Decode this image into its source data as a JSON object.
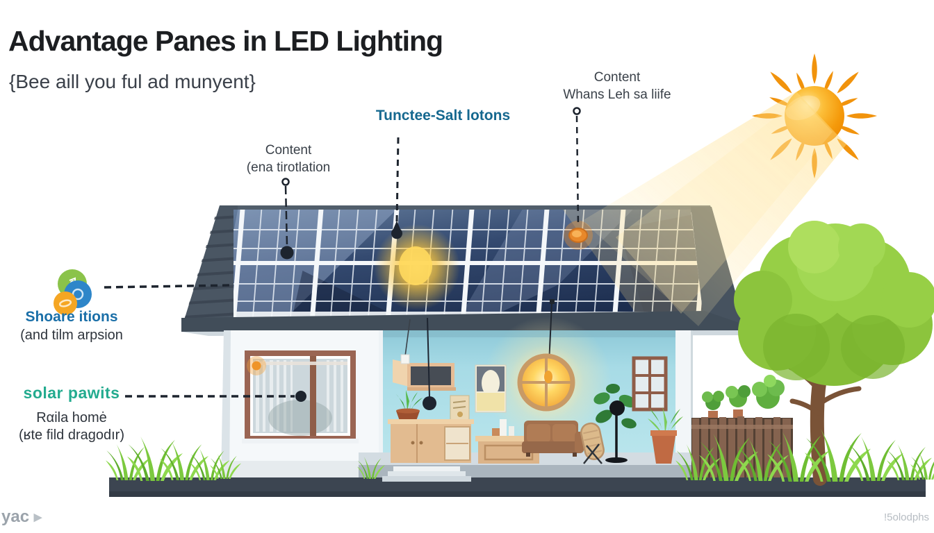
{
  "title": "Advantage Panes in LED Lighting",
  "subtitle": "{Bee aill you ful ad munyent}",
  "labels": {
    "roof_left": {
      "line1": "Content",
      "line2": "(ena tirotlation"
    },
    "roof_center": {
      "text": "Tunctee-Salt lotons"
    },
    "roof_right": {
      "line1": "Content",
      "line2": "Whans Leh sa liife"
    },
    "share": {
      "title": "Shoare itions",
      "subtitle": "(and tilm arpsion"
    },
    "solar": {
      "title": "solar pawits",
      "line1": "Rαila homė",
      "line2": "(ʁte fild dragodır)"
    }
  },
  "watermarks": {
    "bottom_left": "yac",
    "bottom_left_arrow": "▶",
    "bottom_right": "!5olodphs"
  },
  "icons": {
    "sun": "sun-icon",
    "share_circles": "share-circles-icon",
    "pendant_bulbs": "pendant-bulb-icons",
    "callout_dots": "callout-dot-icons"
  },
  "colors": {
    "title_text": "#1c1e21",
    "subtitle_text": "#3a4049",
    "teal_heading": "#15688f",
    "green_heading": "#23ab8f",
    "blue_heading": "#1a6fa8",
    "body_text": "#2e343c",
    "panel_navy": "#2b3d60",
    "roof_slate": "#4a5663",
    "interior_wall_blue": "#a7dbe6",
    "sun_orange": "#f59b0c",
    "tree_green": "#8cc43d",
    "grass_green": "#6fbe33",
    "ground_slate": "#3c4551",
    "fence_brown": "#85634f",
    "window_frame_brown": "#9a6553",
    "connector_dark": "#1d242e"
  }
}
